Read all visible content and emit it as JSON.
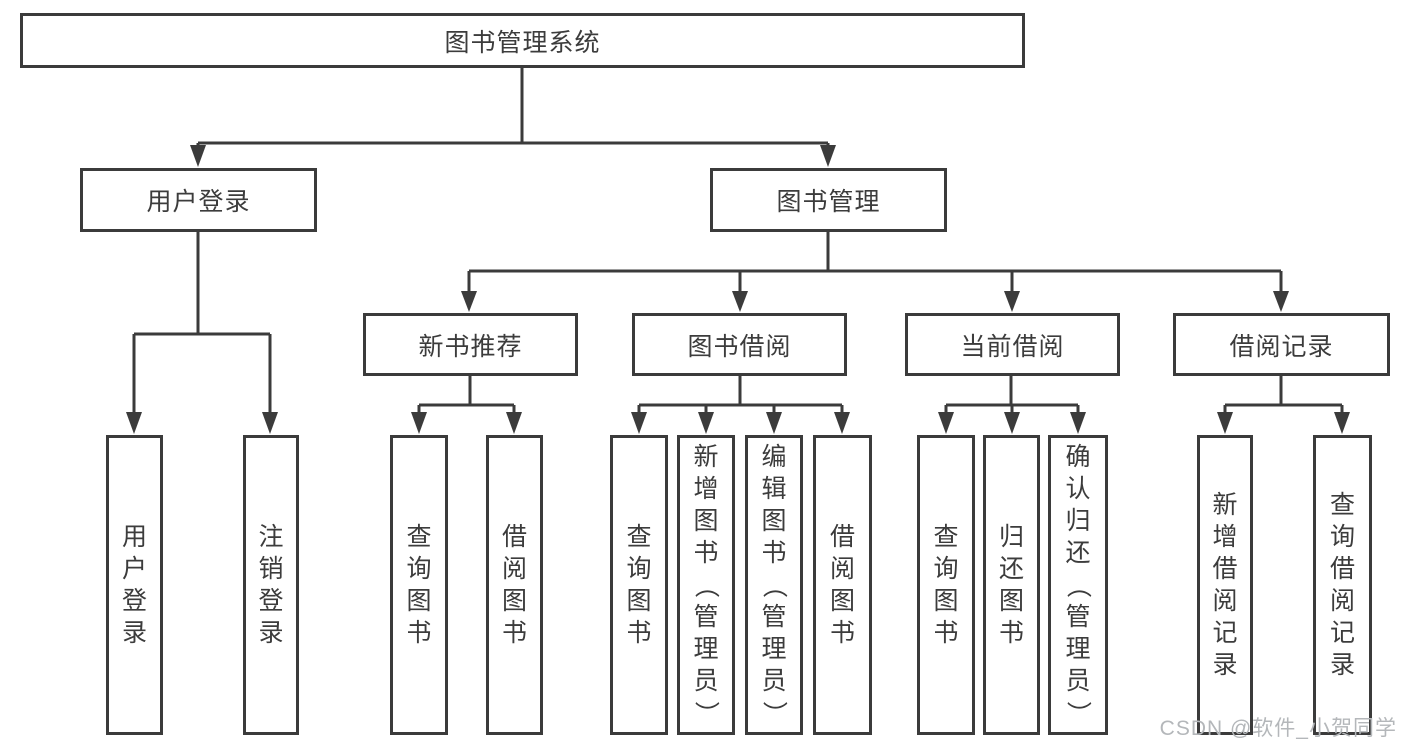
{
  "diagram_title": "图书管理系统",
  "watermark": "CSDN @软件_小贺同学",
  "colors": {
    "line": "#3b3b3b",
    "text": "#3c3c3c",
    "watermark": "#b4b7ba",
    "background": "#ffffff"
  },
  "tree": {
    "label": "图书管理系统",
    "children": [
      {
        "label": "用户登录",
        "children": [
          {
            "label": "用户登录"
          },
          {
            "label": "注销登录"
          }
        ]
      },
      {
        "label": "图书管理",
        "children": [
          {
            "label": "新书推荐",
            "children": [
              {
                "label": "查询图书"
              },
              {
                "label": "借阅图书"
              }
            ]
          },
          {
            "label": "图书借阅",
            "children": [
              {
                "label": "查询图书"
              },
              {
                "label": "新增图书（管理员）"
              },
              {
                "label": "编辑图书（管理员）"
              },
              {
                "label": "借阅图书"
              }
            ]
          },
          {
            "label": "当前借阅",
            "children": [
              {
                "label": "查询图书"
              },
              {
                "label": "归还图书"
              },
              {
                "label": "确认归还（管理员）"
              }
            ]
          },
          {
            "label": "借阅记录",
            "children": [
              {
                "label": "新增借阅记录"
              },
              {
                "label": "查询借阅记录"
              }
            ]
          }
        ]
      }
    ]
  }
}
